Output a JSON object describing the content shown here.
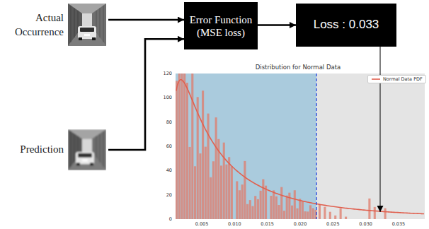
{
  "diagram": {
    "nodes": [
      {
        "text": [
          "Actual Occurrence"
        ]
      },
      {
        "text": [
          "Prediction"
        ]
      },
      {
        "text": [
          "Error Function (MSE loss)"
        ]
      },
      {
        "text": [
          "Loss : 0.033"
        ]
      },
      {
        "text": [
          "Distribution for Normal Data"
        ]
      }
    ],
    "edges": [
      {
        "from": 0,
        "to": 2,
        "arrow": "to"
      },
      {
        "from": 1,
        "to": 2,
        "arrow": "to"
      },
      {
        "from": 2,
        "to": 3,
        "arrow": "to"
      },
      {
        "from": 3,
        "to": 4,
        "arrow": "to"
      }
    ],
    "labels": [
      "120",
      "100",
      "80",
      "60",
      "40",
      "20",
      "0",
      "0.005",
      "0.010",
      "0.015",
      "0.020",
      "0.025",
      "0.030",
      "0.035"
    ],
    "legend": [
      {
        "text": "Normal Data PDF"
      }
    ]
  }
}
